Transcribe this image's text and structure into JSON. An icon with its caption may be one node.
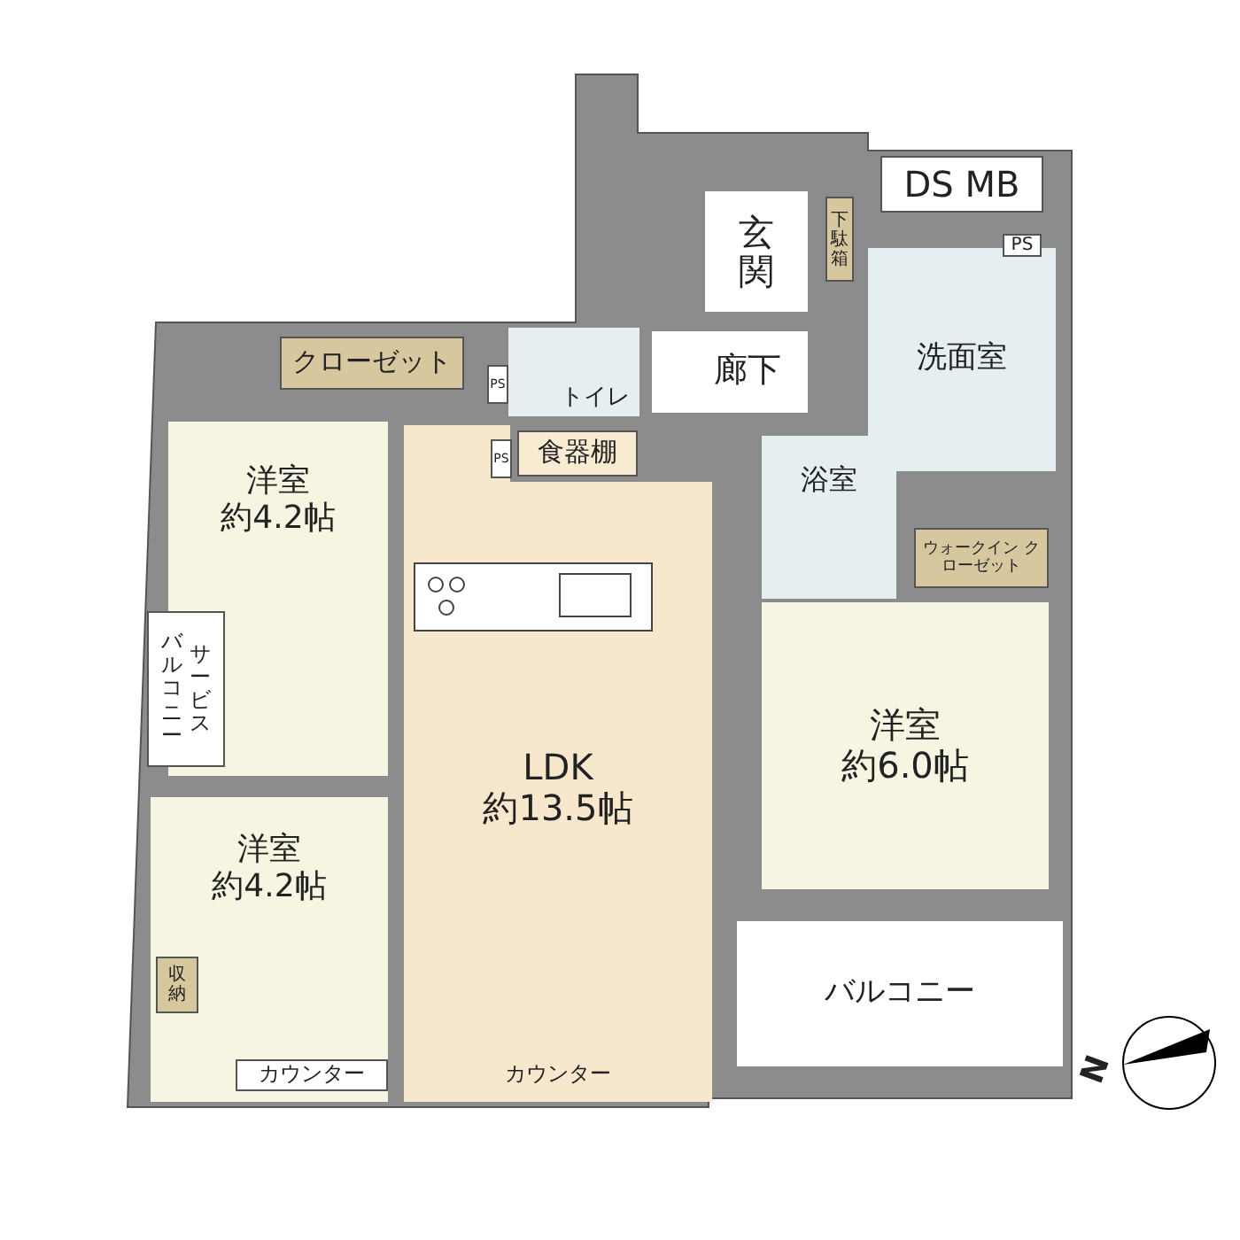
{
  "diagram": {
    "nodes": [
      {
        "text": [
          "DS MB"
        ]
      },
      {
        "text": [
          "玄関"
        ]
      },
      {
        "text": [
          "下駄箱"
        ]
      },
      {
        "text": [
          "洗面室"
        ]
      },
      {
        "text": [
          "クローゼット"
        ]
      },
      {
        "text": [
          "トイレ"
        ]
      },
      {
        "text": [
          "廊下"
        ]
      },
      {
        "text": [
          "食器棚"
        ]
      },
      {
        "text": [
          "洋室",
          "約4.2帖"
        ]
      },
      {
        "text": [
          "浴室"
        ]
      },
      {
        "text": [
          "ウォークイン クローゼット"
        ]
      },
      {
        "text": [
          "バルコニー",
          "サービス"
        ]
      },
      {
        "text": [
          "LDK",
          "約13.5帖"
        ]
      },
      {
        "text": [
          "洋室",
          "約6.0帖"
        ]
      },
      {
        "text": [
          "洋室",
          "約4.2帖"
        ]
      },
      {
        "text": [
          "収納"
        ],
        "in": 14
      },
      {
        "text": [
          "バルコニー"
        ]
      },
      {
        "text": [
          "カウンター"
        ],
        "in": 14
      },
      {
        "text": [
          "カウンター"
        ],
        "in": 12
      }
    ],
    "labels": [
      "PS",
      "PS",
      "PS",
      "N"
    ]
  }
}
